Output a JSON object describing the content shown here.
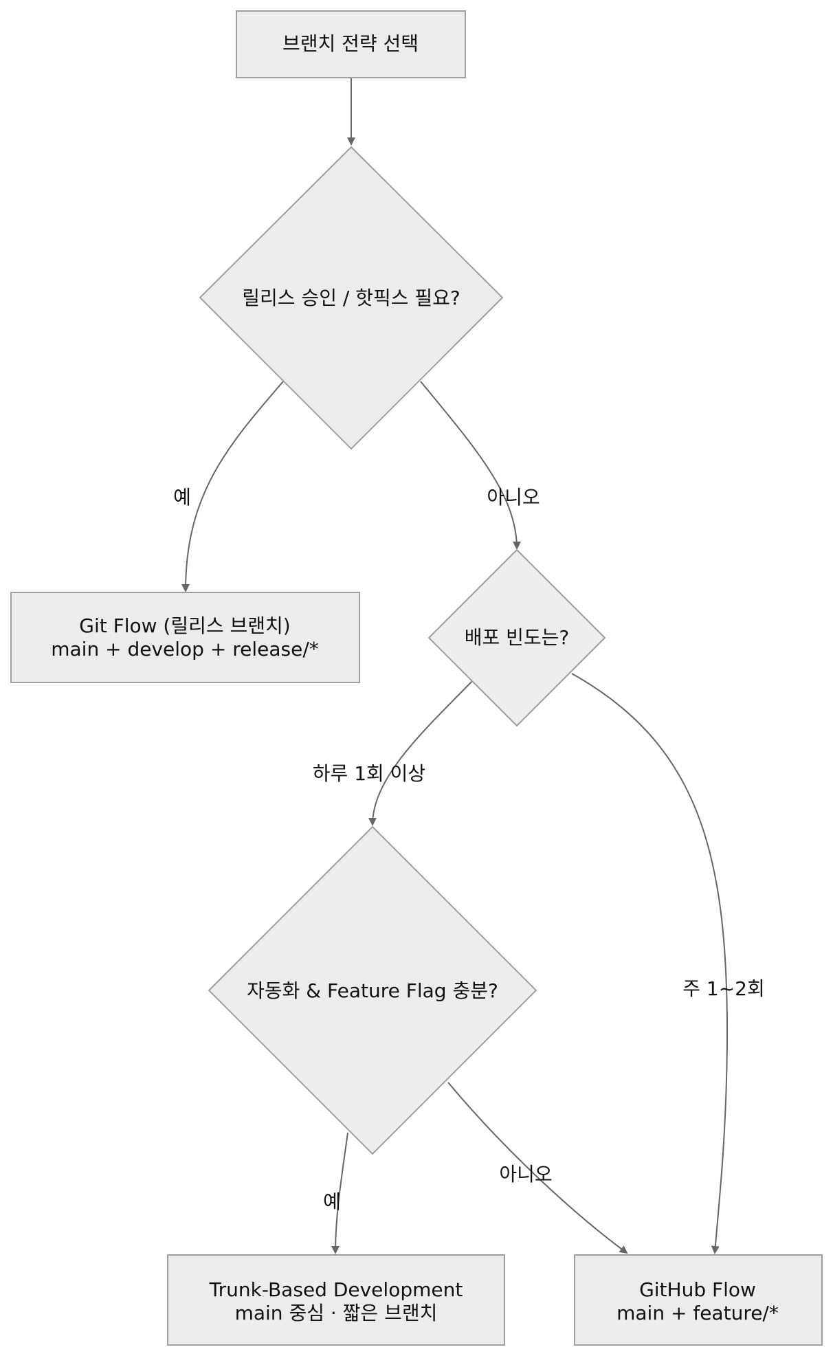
{
  "nodes": {
    "start": {
      "text": "브랜치 전략 선택"
    },
    "q_release": {
      "text": "릴리스 승인 / 핫픽스 필요?"
    },
    "gitflow": {
      "line1": "Git Flow (릴리스 브랜치)",
      "line2": "main + develop + release/*"
    },
    "q_freq": {
      "text": "배포 빈도는?"
    },
    "q_auto": {
      "text": "자동화 & Feature Flag 충분?"
    },
    "trunk": {
      "line1": "Trunk-Based Development",
      "line2": "main 중심 · 짧은 브랜치"
    },
    "github": {
      "line1": "GitHub Flow",
      "line2": "main + feature/*"
    }
  },
  "edges": {
    "release_yes": "예",
    "release_no": "아니오",
    "freq_daily": "하루 1회 이상",
    "freq_weekly": "주 1~2회",
    "auto_yes": "예",
    "auto_no": "아니오"
  },
  "colors": {
    "node_fill": "#ececec",
    "node_stroke": "#9e9e9e",
    "edge": "#666666",
    "text": "#111111"
  }
}
